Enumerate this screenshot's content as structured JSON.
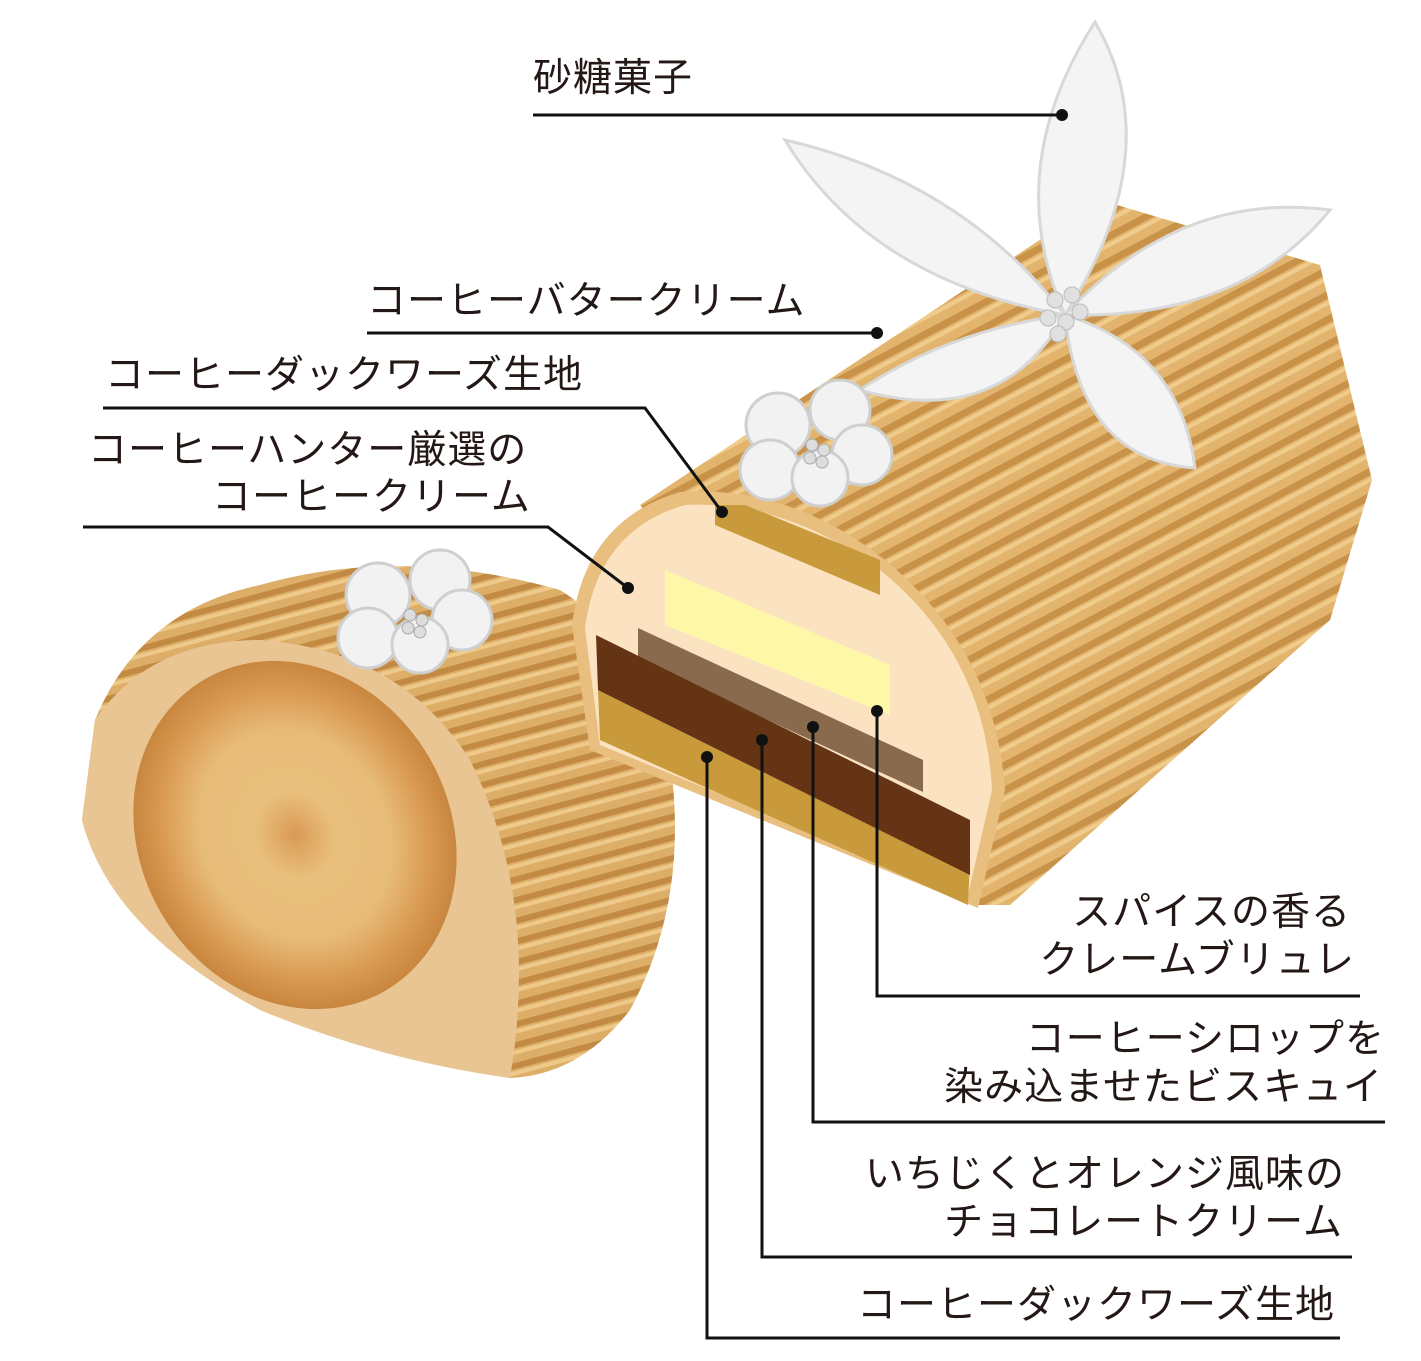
{
  "labels": {
    "sugar_confection": "砂糖菓子",
    "coffee_butter_cream": "コーヒーバタークリーム",
    "coffee_dacquoise_top": "コーヒーダックワーズ生地",
    "coffee_cream_line1": "コーヒーハンター厳選の",
    "coffee_cream_line2": "コーヒークリーム",
    "creme_brulee_line1": "スパイスの香る",
    "creme_brulee_line2": "クレームブリュレ",
    "biscuit_line1": "コーヒーシロップを",
    "biscuit_line2": "染み込ませたビスキュイ",
    "chocolate_line1": "いちじくとオレンジ風味の",
    "chocolate_line2": "チョコレートクリーム",
    "coffee_dacquoise_bottom": "コーヒーダックワーズ生地"
  },
  "colors": {
    "cake_body": "#e2b46e",
    "cream": "#fbe3c2",
    "brulee": "#fff7a8",
    "biscuit": "#8a6a4c",
    "chocolate": "#653415",
    "dacquoise": "#c99a3c",
    "line": "#111111"
  }
}
